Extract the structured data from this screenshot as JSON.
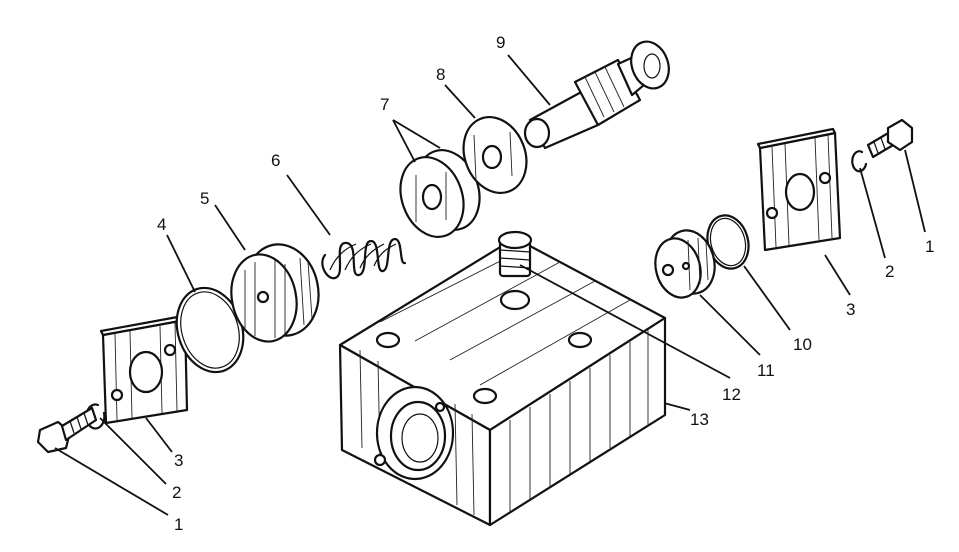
{
  "callouts": {
    "c1_left": "1",
    "c2_left": "2",
    "c3_left": "3",
    "c4": "4",
    "c5": "5",
    "c6": "6",
    "c7": "7",
    "c8": "8",
    "c9": "9",
    "c10": "10",
    "c11": "11",
    "c12": "12",
    "c13": "13",
    "c3_right": "3",
    "c2_right": "2",
    "c1_right": "1"
  },
  "colors": {
    "ink": "#111111",
    "paper": "#ffffff"
  }
}
